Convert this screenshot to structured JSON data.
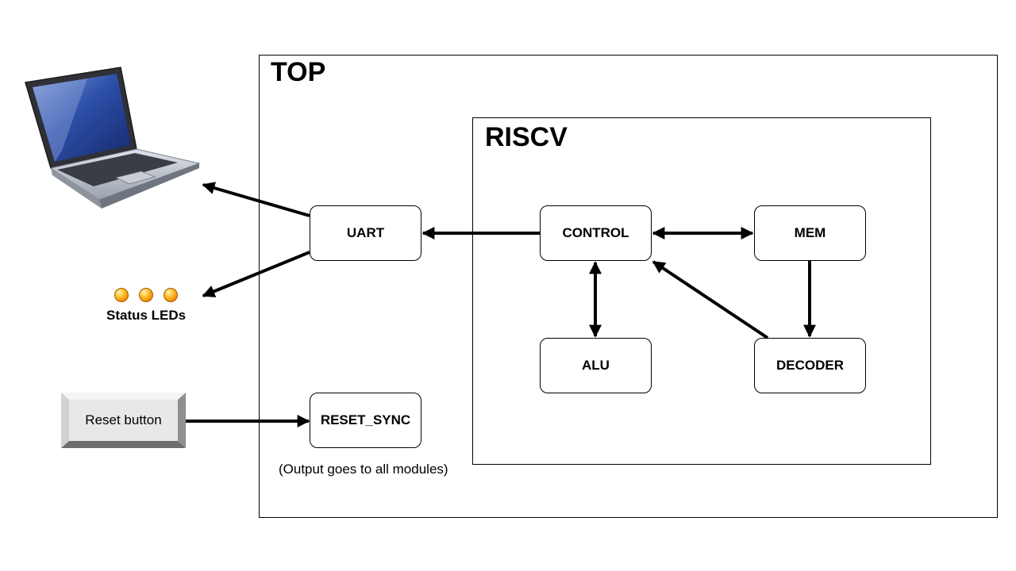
{
  "frames": {
    "top": {
      "title": "TOP"
    },
    "riscv": {
      "title": "RISCV"
    }
  },
  "blocks": {
    "uart": "UART",
    "control": "CONTROL",
    "mem": "MEM",
    "alu": "ALU",
    "decoder": "DECODER",
    "reset_sync": "RESET_SYNC"
  },
  "external": {
    "laptop_icon": "laptop-icon",
    "status_leds_label": "Status LEDs",
    "led_count": 3,
    "reset_button_label": "Reset button"
  },
  "notes": {
    "reset_output": "(Output goes to all modules)"
  },
  "connections": [
    {
      "from": "uart",
      "to": "laptop",
      "direction": "one-way"
    },
    {
      "from": "uart",
      "to": "status_leds",
      "direction": "one-way"
    },
    {
      "from": "reset_button",
      "to": "reset_sync",
      "direction": "one-way"
    },
    {
      "from": "control",
      "to": "uart",
      "direction": "one-way"
    },
    {
      "from": "control",
      "to": "mem",
      "direction": "bidirectional"
    },
    {
      "from": "control",
      "to": "alu",
      "direction": "bidirectional"
    },
    {
      "from": "mem",
      "to": "decoder",
      "direction": "one-way"
    },
    {
      "from": "decoder",
      "to": "control",
      "direction": "one-way"
    }
  ],
  "colors": {
    "stroke": "#000000",
    "background": "#ffffff",
    "led": "#f39200",
    "laptop_screen": "#2c4fa8",
    "laptop_body": "#b9bfc8"
  }
}
